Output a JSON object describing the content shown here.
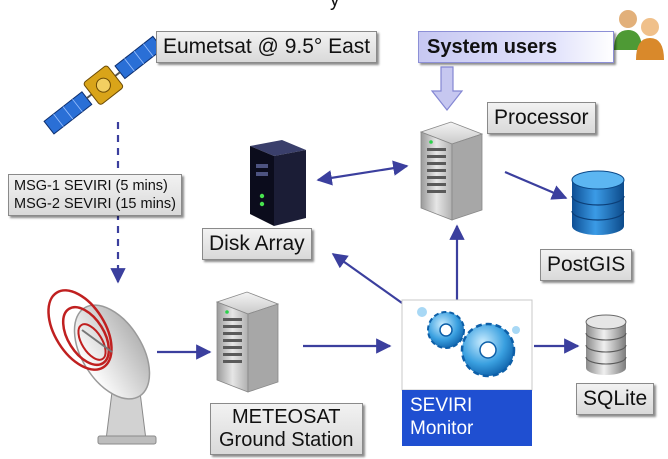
{
  "top_caption": "y",
  "satellite": {
    "name": "Eumetsat @ 9.5° East",
    "icon": "satellite-icon"
  },
  "users": {
    "label": "System users",
    "icon": "users-icon"
  },
  "processor": {
    "label": "Processor",
    "icon": "server-icon"
  },
  "disk_array": {
    "label": "Disk Array",
    "icon": "disk-array-icon"
  },
  "postgis": {
    "label": "PostGIS",
    "icon": "database-icon"
  },
  "feeds": {
    "line1": "MSG-1 SEVIRI (5 mins)",
    "line2": "MSG-2 SEVIRI (15 mins)"
  },
  "ground_station": {
    "line1": "METEOSAT",
    "line2": "Ground Station",
    "icon": "server-icon"
  },
  "dish": {
    "icon": "satellite-dish-icon"
  },
  "monitor": {
    "line1": "SEVIRI",
    "line2": "Monitor",
    "icon": "gears-icon"
  },
  "sqlite": {
    "label": "SQLite",
    "icon": "database-stack-icon"
  },
  "colors": {
    "arrow": "#3b3f9e",
    "users_band": "#c7c8f2",
    "monitor_blue": "#1f4fd1",
    "db_blue": "#1a6fc0"
  }
}
